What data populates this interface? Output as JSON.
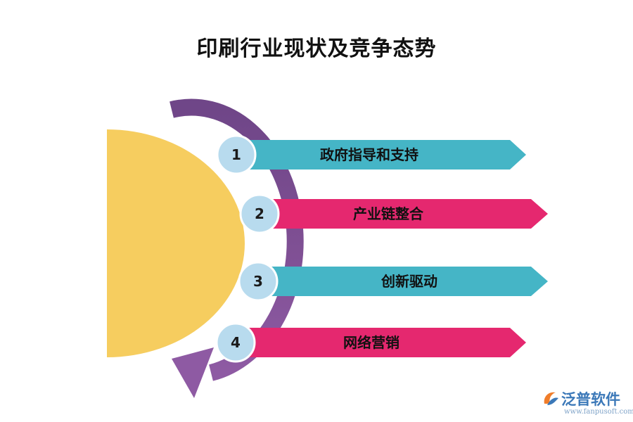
{
  "title": "印刷行业现状及竞争态势",
  "items": [
    {
      "number": "1",
      "label": "政府指导和支持",
      "color": "#45b5c6"
    },
    {
      "number": "2",
      "label": "产业链整合",
      "color": "#e5286f"
    },
    {
      "number": "3",
      "label": "创新驱动",
      "color": "#45b5c6"
    },
    {
      "number": "4",
      "label": "网络营销",
      "color": "#e5286f"
    }
  ],
  "colors": {
    "semicircle": "#f6cd5f",
    "curved_arrow": "#7e4f93",
    "number_circle": "#b8dbee"
  },
  "logo": {
    "name": "泛普软件",
    "url": "www.fanpusoft.com"
  }
}
